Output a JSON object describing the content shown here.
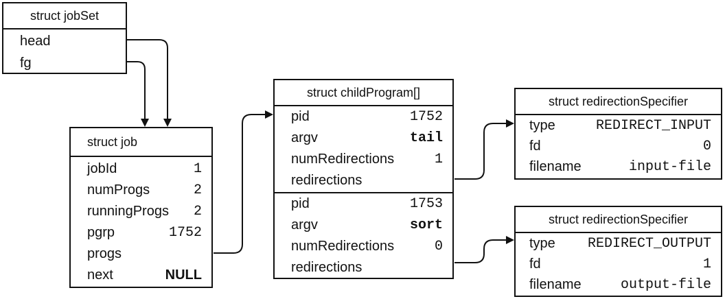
{
  "jobSet": {
    "title": "struct jobSet",
    "fields": [
      {
        "name": "head",
        "value": ""
      },
      {
        "name": "fg",
        "value": ""
      }
    ]
  },
  "job": {
    "title": "struct job",
    "fields": [
      {
        "name": "jobId",
        "value": "1"
      },
      {
        "name": "numProgs",
        "value": "2"
      },
      {
        "name": "runningProgs",
        "value": "2"
      },
      {
        "name": "pgrp",
        "value": "1752"
      },
      {
        "name": "progs",
        "value": ""
      },
      {
        "name": "next",
        "value": "NULL"
      }
    ]
  },
  "childProgram": {
    "title": "struct childProgram[]",
    "entries": [
      {
        "fields": [
          {
            "name": "pid",
            "value": "1752"
          },
          {
            "name": "argv",
            "value": "tail"
          },
          {
            "name": "numRedirections",
            "value": "1"
          },
          {
            "name": "redirections",
            "value": ""
          }
        ]
      },
      {
        "fields": [
          {
            "name": "pid",
            "value": "1753"
          },
          {
            "name": "argv",
            "value": "sort"
          },
          {
            "name": "numRedirections",
            "value": "0"
          },
          {
            "name": "redirections",
            "value": ""
          }
        ]
      }
    ]
  },
  "redirection1": {
    "title": "struct redirectionSpecifier",
    "fields": [
      {
        "name": "type",
        "value": "REDIRECT_INPUT"
      },
      {
        "name": "fd",
        "value": "0"
      },
      {
        "name": "filename",
        "value": "input-file"
      }
    ]
  },
  "redirection2": {
    "title": "struct redirectionSpecifier",
    "fields": [
      {
        "name": "type",
        "value": "REDIRECT_OUTPUT"
      },
      {
        "name": "fd",
        "value": "1"
      },
      {
        "name": "filename",
        "value": "output-file"
      }
    ]
  }
}
